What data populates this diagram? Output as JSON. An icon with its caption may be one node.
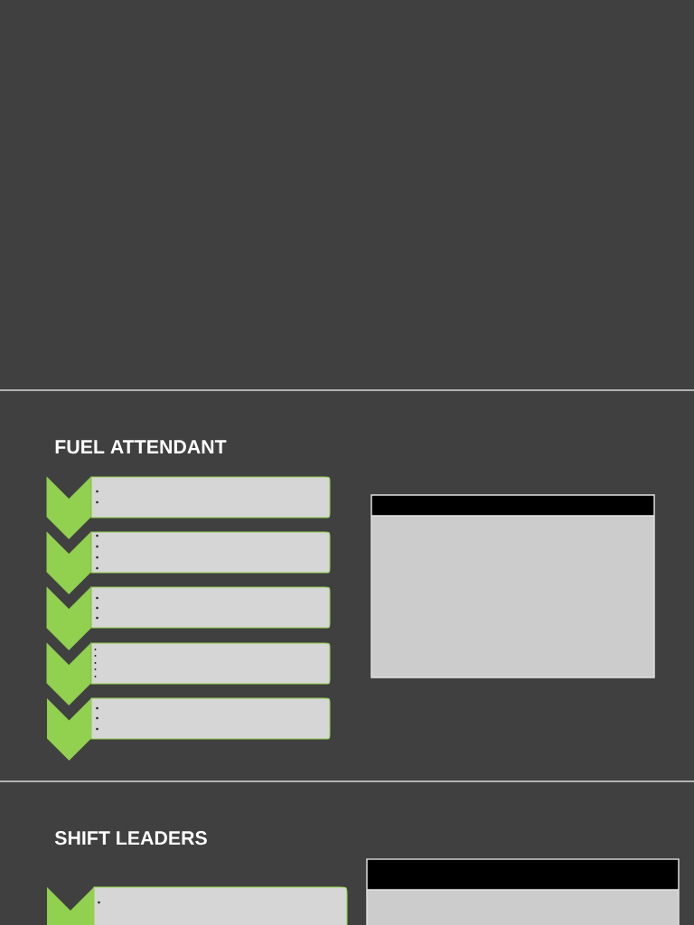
{
  "diagram": {
    "nodes": [
      {
        "text": [],
        "shape": "box"
      },
      {
        "text": [],
        "shape": "box"
      },
      {
        "text": [],
        "shape": "box"
      },
      {
        "text": [],
        "shape": "box"
      },
      {
        "text": [],
        "shape": "chevron"
      },
      {
        "text": [],
        "shape": "box"
      },
      {
        "text": [],
        "shape": "table"
      },
      {
        "text": [],
        "shape": "chevron"
      },
      {
        "text": [],
        "shape": "box"
      },
      {
        "text": [],
        "shape": "table"
      }
    ],
    "edges": [
      {
        "from": 0,
        "to": 1,
        "arrow": "to"
      },
      {
        "from": 1,
        "to": 2,
        "arrow": "to"
      },
      {
        "from": 2,
        "to": 3,
        "arrow": "to"
      },
      {
        "from": 3,
        "to": 5,
        "arrow": "to"
      }
    ],
    "labels": [
      "FUEL ATTENDANT",
      "SHIFT LEADERS"
    ]
  }
}
